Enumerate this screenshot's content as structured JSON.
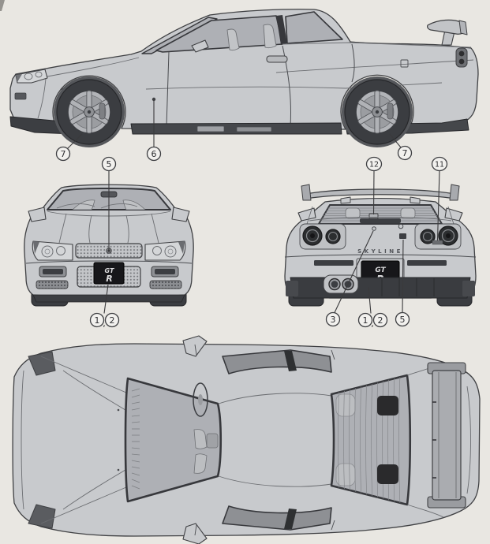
{
  "sheet": {
    "kind": "car-model-instruction-drawing",
    "subject": "Nissan Skyline GT-R coupe 4-view technical illustration"
  },
  "colors": {
    "paper": "#e9e7e2",
    "line": "#3f4043",
    "body": "#c8cacd",
    "body_shade": "#babcc0",
    "glass": "#aeb0b5",
    "frame_dark": "#37383c",
    "tire": "#3b3d41",
    "wheel_well": "#55575b",
    "rim": "#b2b4b8",
    "dark_trim": "#44464a",
    "plate": "#17171a",
    "plate_text": "#dcdcde",
    "callout_fill": "#f2f1ee"
  },
  "badges": {
    "skyline": "SKYLINE",
    "gt": "GT",
    "r": "R"
  },
  "punct": {
    "comma": ","
  },
  "callouts": [
    {
      "view": "side",
      "label": "7"
    },
    {
      "view": "side",
      "label": "6"
    },
    {
      "view": "side",
      "label": "7"
    },
    {
      "view": "front",
      "label": "5"
    },
    {
      "view": "rear",
      "label": "12"
    },
    {
      "view": "rear",
      "label": "11"
    },
    {
      "view": "front",
      "label": "1"
    },
    {
      "view": "front",
      "label": "2"
    },
    {
      "view": "rear",
      "label": "3"
    },
    {
      "view": "rear",
      "label": "1"
    },
    {
      "view": "rear",
      "label": "2"
    },
    {
      "view": "rear",
      "label": "5"
    }
  ]
}
